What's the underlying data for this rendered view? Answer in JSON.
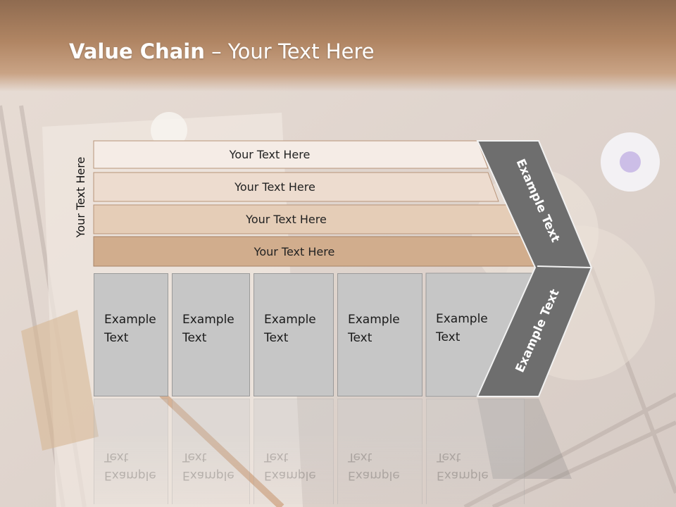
{
  "title": {
    "bold": "Value Chain",
    "rest": " – Your Text Here"
  },
  "side_label": "Your Text Here",
  "bars": [
    "Your Text Here",
    "Your Text Here",
    "Your Text Here",
    "Your Text Here"
  ],
  "boxes": [
    {
      "line1": "Example",
      "line2": "Text"
    },
    {
      "line1": "Example",
      "line2": "Text"
    },
    {
      "line1": "Example",
      "line2": "Text"
    },
    {
      "line1": "Example",
      "line2": "Text"
    },
    {
      "line1": "Example",
      "line2": "Text"
    }
  ],
  "arrow_top": "Example Text",
  "arrow_bottom": "Example Text",
  "colors": {
    "title_band": "#b08563",
    "arrow": "#6e6e6e",
    "box": "#c6c6c6"
  }
}
